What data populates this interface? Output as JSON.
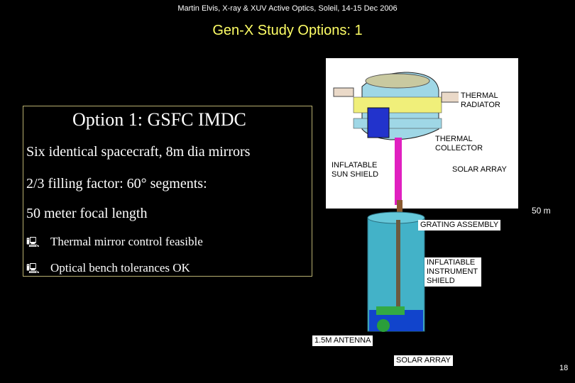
{
  "header": "Martin Elvis, X-ray & XUV Active Optics, Soleil, 14-15 Dec 2006",
  "title": "Gen-X Study Options: 1",
  "box": {
    "title": "Option 1: GSFC IMDC",
    "lines": [
      "Six identical spacecraft, 8m dia mirrors",
      "2/3 filling factor:  60° segments:",
      "50 meter focal length"
    ],
    "bullets": [
      "Thermal mirror control feasible",
      "Optical bench tolerances OK"
    ]
  },
  "diagram": {
    "labels": {
      "thermal_radiator": "THERMAL RADIATOR",
      "thermal_collector": "THERMAL COLLECTOR",
      "inflatable_sun_shield": "INFLATABLE SUN SHIELD",
      "solar_array_top": "SOLAR ARRAY",
      "grating_assembly": "GRATING ASSEMBLY",
      "inflatable_instrument_shield": "INFLATIABLE INSTRUMENT SHIELD",
      "antenna": "1.5M ANTENNA",
      "solar_array_bottom": "SOLAR ARRAY"
    },
    "length_label": "50 m"
  },
  "page_number": "18",
  "colors": {
    "background": "#000000",
    "title": "#ffff66",
    "box_border": "#b8b070",
    "scale_arrow": "#ffcc00"
  },
  "icons": {
    "bullet": "computer-icon"
  }
}
